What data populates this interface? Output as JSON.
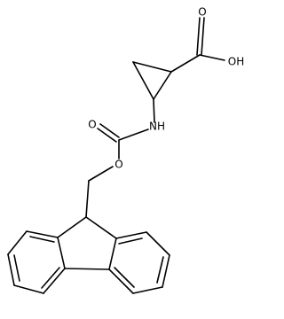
{
  "diagram_type": "chemical-structure",
  "atoms": {
    "acid_carbonyl_o": "O",
    "acid_hydroxyl": "OH",
    "amide_nh": "NH",
    "carbamate_carbonyl_o": "O",
    "ester_o": "O"
  },
  "colors": {
    "bond": "#000000",
    "label": "#000000",
    "background": "#ffffff"
  }
}
